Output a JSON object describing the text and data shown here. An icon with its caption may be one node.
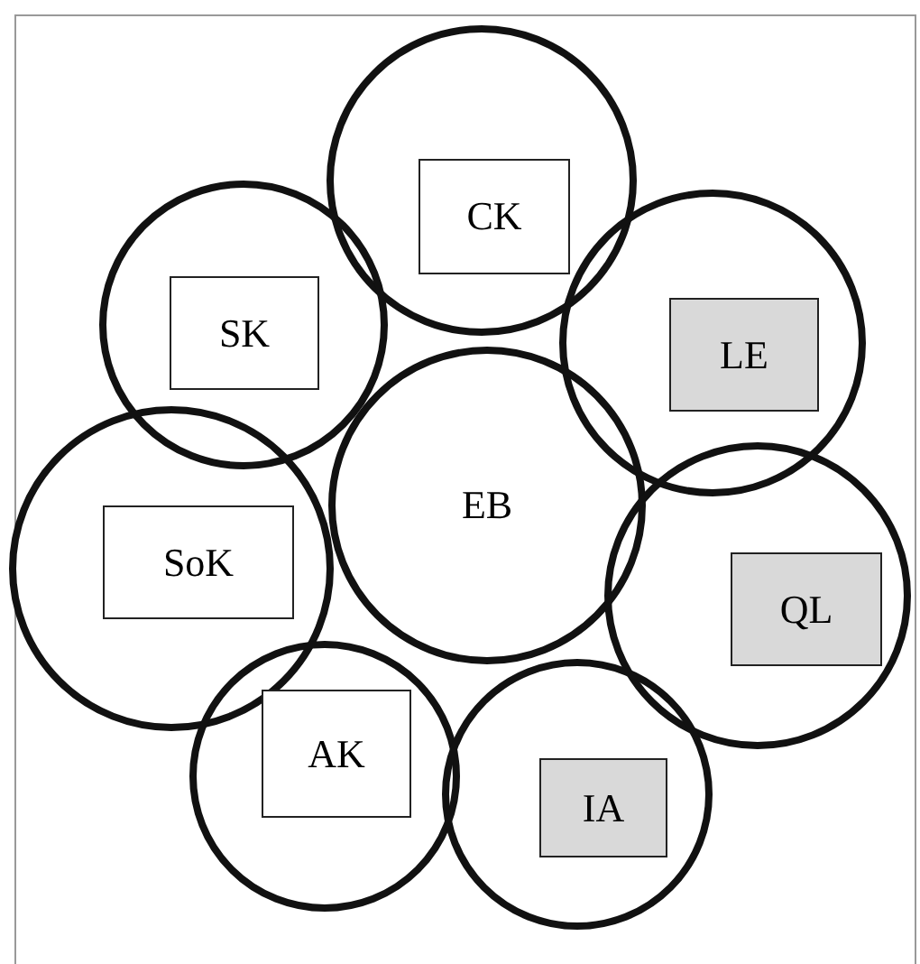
{
  "diagram": {
    "nodes": [
      {
        "text": [],
        "shape": "circle"
      },
      {
        "text": [
          "CK"
        ],
        "in": 0
      },
      {
        "text": [],
        "shape": "circle"
      },
      {
        "text": [
          "SK"
        ],
        "in": 2
      },
      {
        "text": [],
        "shape": "circle"
      },
      {
        "text": [
          "LE"
        ],
        "in": 4
      },
      {
        "text": [
          "EB"
        ]
      },
      {
        "text": [],
        "shape": "circle"
      },
      {
        "text": [
          "SoK"
        ],
        "in": 7
      },
      {
        "text": [],
        "shape": "circle"
      },
      {
        "text": [
          "QL"
        ],
        "in": 9
      },
      {
        "text": [],
        "shape": "circle"
      },
      {
        "text": [
          "AK"
        ],
        "in": 11
      },
      {
        "text": [],
        "shape": "circle"
      },
      {
        "text": [
          "IA"
        ],
        "in": 13
      }
    ],
    "edges": []
  }
}
